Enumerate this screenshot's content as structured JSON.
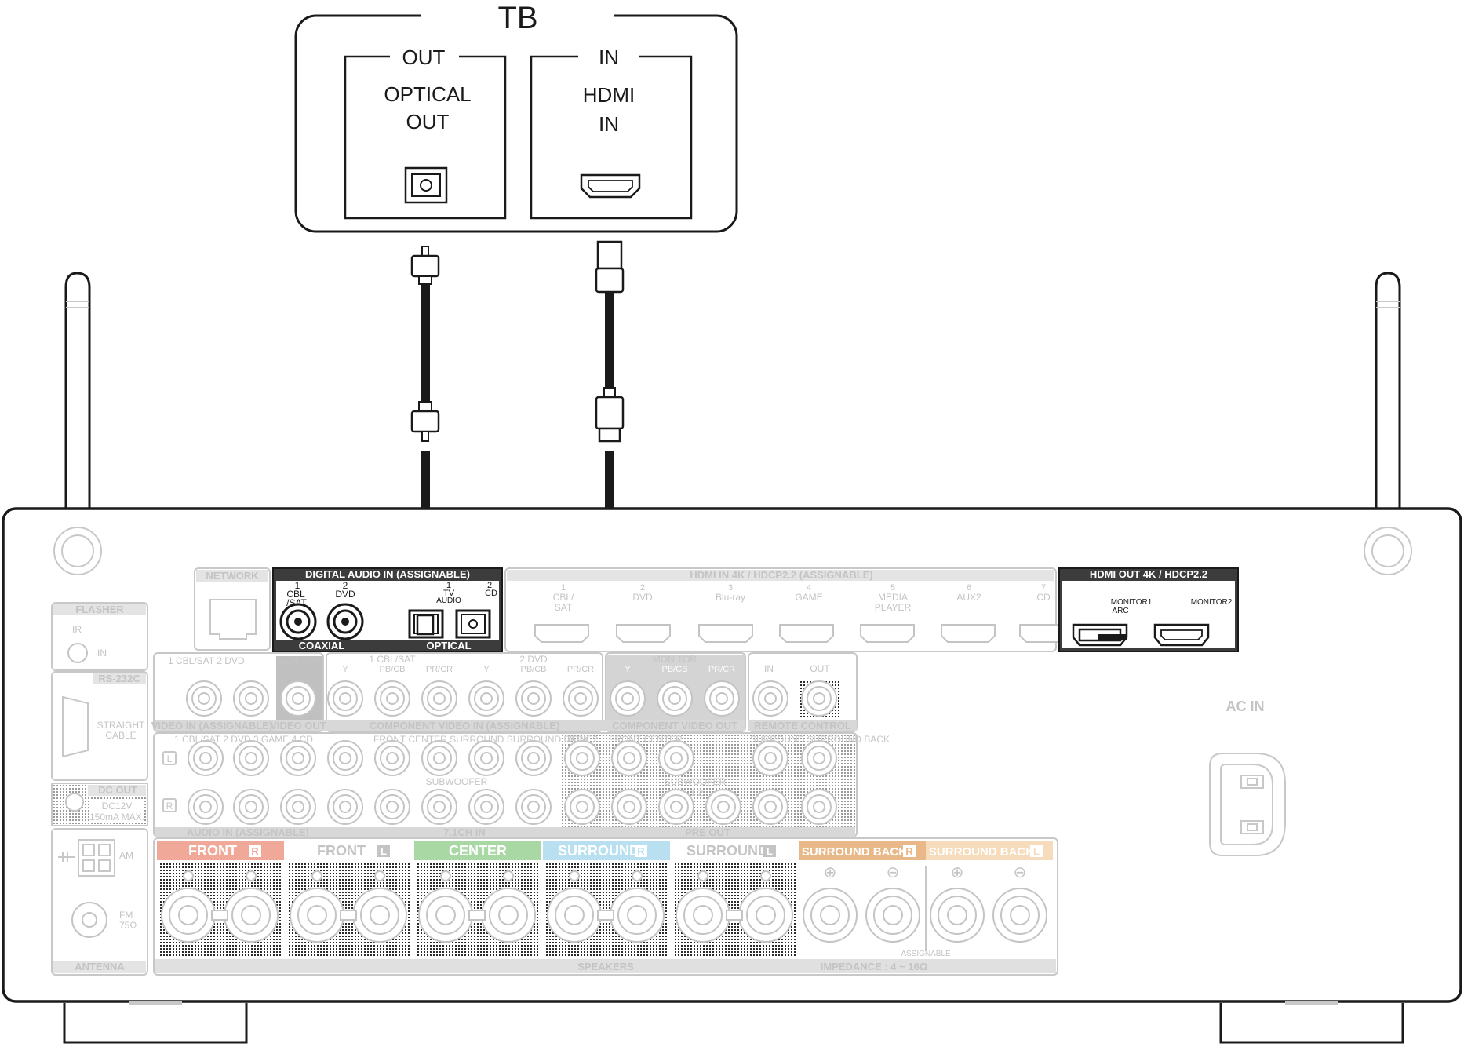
{
  "tb": {
    "title": "TB",
    "out_label": "OUT",
    "in_label": "IN",
    "optical_line1": "OPTICAL",
    "optical_line2": "OUT",
    "hdmi_line1": "HDMI",
    "hdmi_line2": "IN"
  },
  "receiver": {
    "network": "NETWORK",
    "digital_audio_in": "DIGITAL AUDIO IN (ASSIGNABLE)",
    "dai_1": "1",
    "dai_cbl": "CBL",
    "dai_sat": "/SAT",
    "dai_2": "2",
    "dai_dvd": "DVD",
    "dai_1b": "1",
    "dai_tv": "TV",
    "dai_audio": "AUDIO",
    "dai_2b": "2",
    "dai_cd": "CD",
    "coaxial": "COAXIAL",
    "optical": "OPTICAL",
    "hdmi_in_header": "HDMI IN 4K / HDCP2.2 (ASSIGNABLE)",
    "hdmi_inputs": [
      {
        "num": "1",
        "l1": "CBL/",
        "l2": "SAT"
      },
      {
        "num": "2",
        "l1": "DVD",
        "l2": ""
      },
      {
        "num": "3",
        "l1": "Blu-ray",
        "l2": ""
      },
      {
        "num": "4",
        "l1": "GAME",
        "l2": ""
      },
      {
        "num": "5",
        "l1": "MEDIA",
        "l2": "PLAYER"
      },
      {
        "num": "6",
        "l1": "AUX2",
        "l2": ""
      },
      {
        "num": "7",
        "l1": "CD",
        "l2": ""
      }
    ],
    "hdmi_out_header": "HDMI OUT  4K / HDCP2.2",
    "monitor1": "MONITOR1",
    "arc": "ARC",
    "monitor2": "MONITOR2",
    "flasher": "FLASHER",
    "ir": "IR",
    "in": "IN",
    "rs232c": "RS-232C",
    "straight": "STRAIGHT",
    "cable": "CABLE",
    "dc_out": "DC OUT",
    "dc_12v": "DC12V",
    "dc_ma": "150mA MAX.",
    "am": "AM",
    "fm": "FM",
    "fm_ohm": "75Ω",
    "antenna": "ANTENNA",
    "video_in_cols": "1 CBL/SAT    2 DVD",
    "monitor": "MONITOR",
    "comp1": "1 CBL/SAT",
    "comp2": "2 DVD",
    "y": "Y",
    "pb": "PB/CB",
    "pr": "PR/CR",
    "video_in_label": "VIDEO IN (ASSIGNABLE)",
    "video_out_label": "VIDEO OUT",
    "component_in_label": "COMPONENT VIDEO IN (ASSIGNABLE)",
    "component_out_label": "COMPONENT VIDEO OUT",
    "remote_control": "REMOTE CONTROL",
    "rc_in": "IN",
    "rc_out": "OUT",
    "audio_in_cols": "1 CBL/SAT   2 DVD   3 GAME    4 CD",
    "ch71_cols": "FRONT   CENTER   SURROUND   SURROUND BACK",
    "zone2": "ZONE2",
    "preout_cols": "FRONT   CENTER",
    "preout_cols2": "SURROUND   SURROUND BACK",
    "subwoofer": "SUBWOOFER",
    "sub12": "1   2",
    "l": "L",
    "r": "R",
    "audio_in_label": "AUDIO IN (ASSIGNABLE)",
    "ch71_label": "7.1CH IN",
    "preout_label": "PRE OUT",
    "ac_in": "AC IN",
    "speakers": "SPEAKERS",
    "impedance": "IMPEDANCE : 4 ~ 16Ω",
    "assignable": "ASSIGNABLE",
    "plus": "⊕",
    "minus": "⊖",
    "speaker_groups": [
      {
        "label": "FRONT",
        "badge": "R",
        "color": "#f0a898"
      },
      {
        "label": "FRONT",
        "badge": "L",
        "color": "#ffffff"
      },
      {
        "label": "CENTER",
        "badge": "",
        "color": "#a9d8a5"
      },
      {
        "label": "SURROUND",
        "badge": "R",
        "color": "#b8e0f0"
      },
      {
        "label": "SURROUND",
        "badge": "L",
        "color": "#ffffff"
      },
      {
        "label": "SURROUND BACK",
        "badge": "R",
        "color": "#e8b888"
      },
      {
        "label": "SURROUND BACK",
        "badge": "L",
        "color": "#f6dcbc"
      }
    ],
    "colors": {
      "front_r": "#f0a898",
      "center": "#a9d8a5",
      "surround_r": "#b8e0f0",
      "surround_back_r": "#e8b888",
      "surround_back_l": "#f6dcbc",
      "highlight_panel": "#3c3c3c"
    }
  }
}
